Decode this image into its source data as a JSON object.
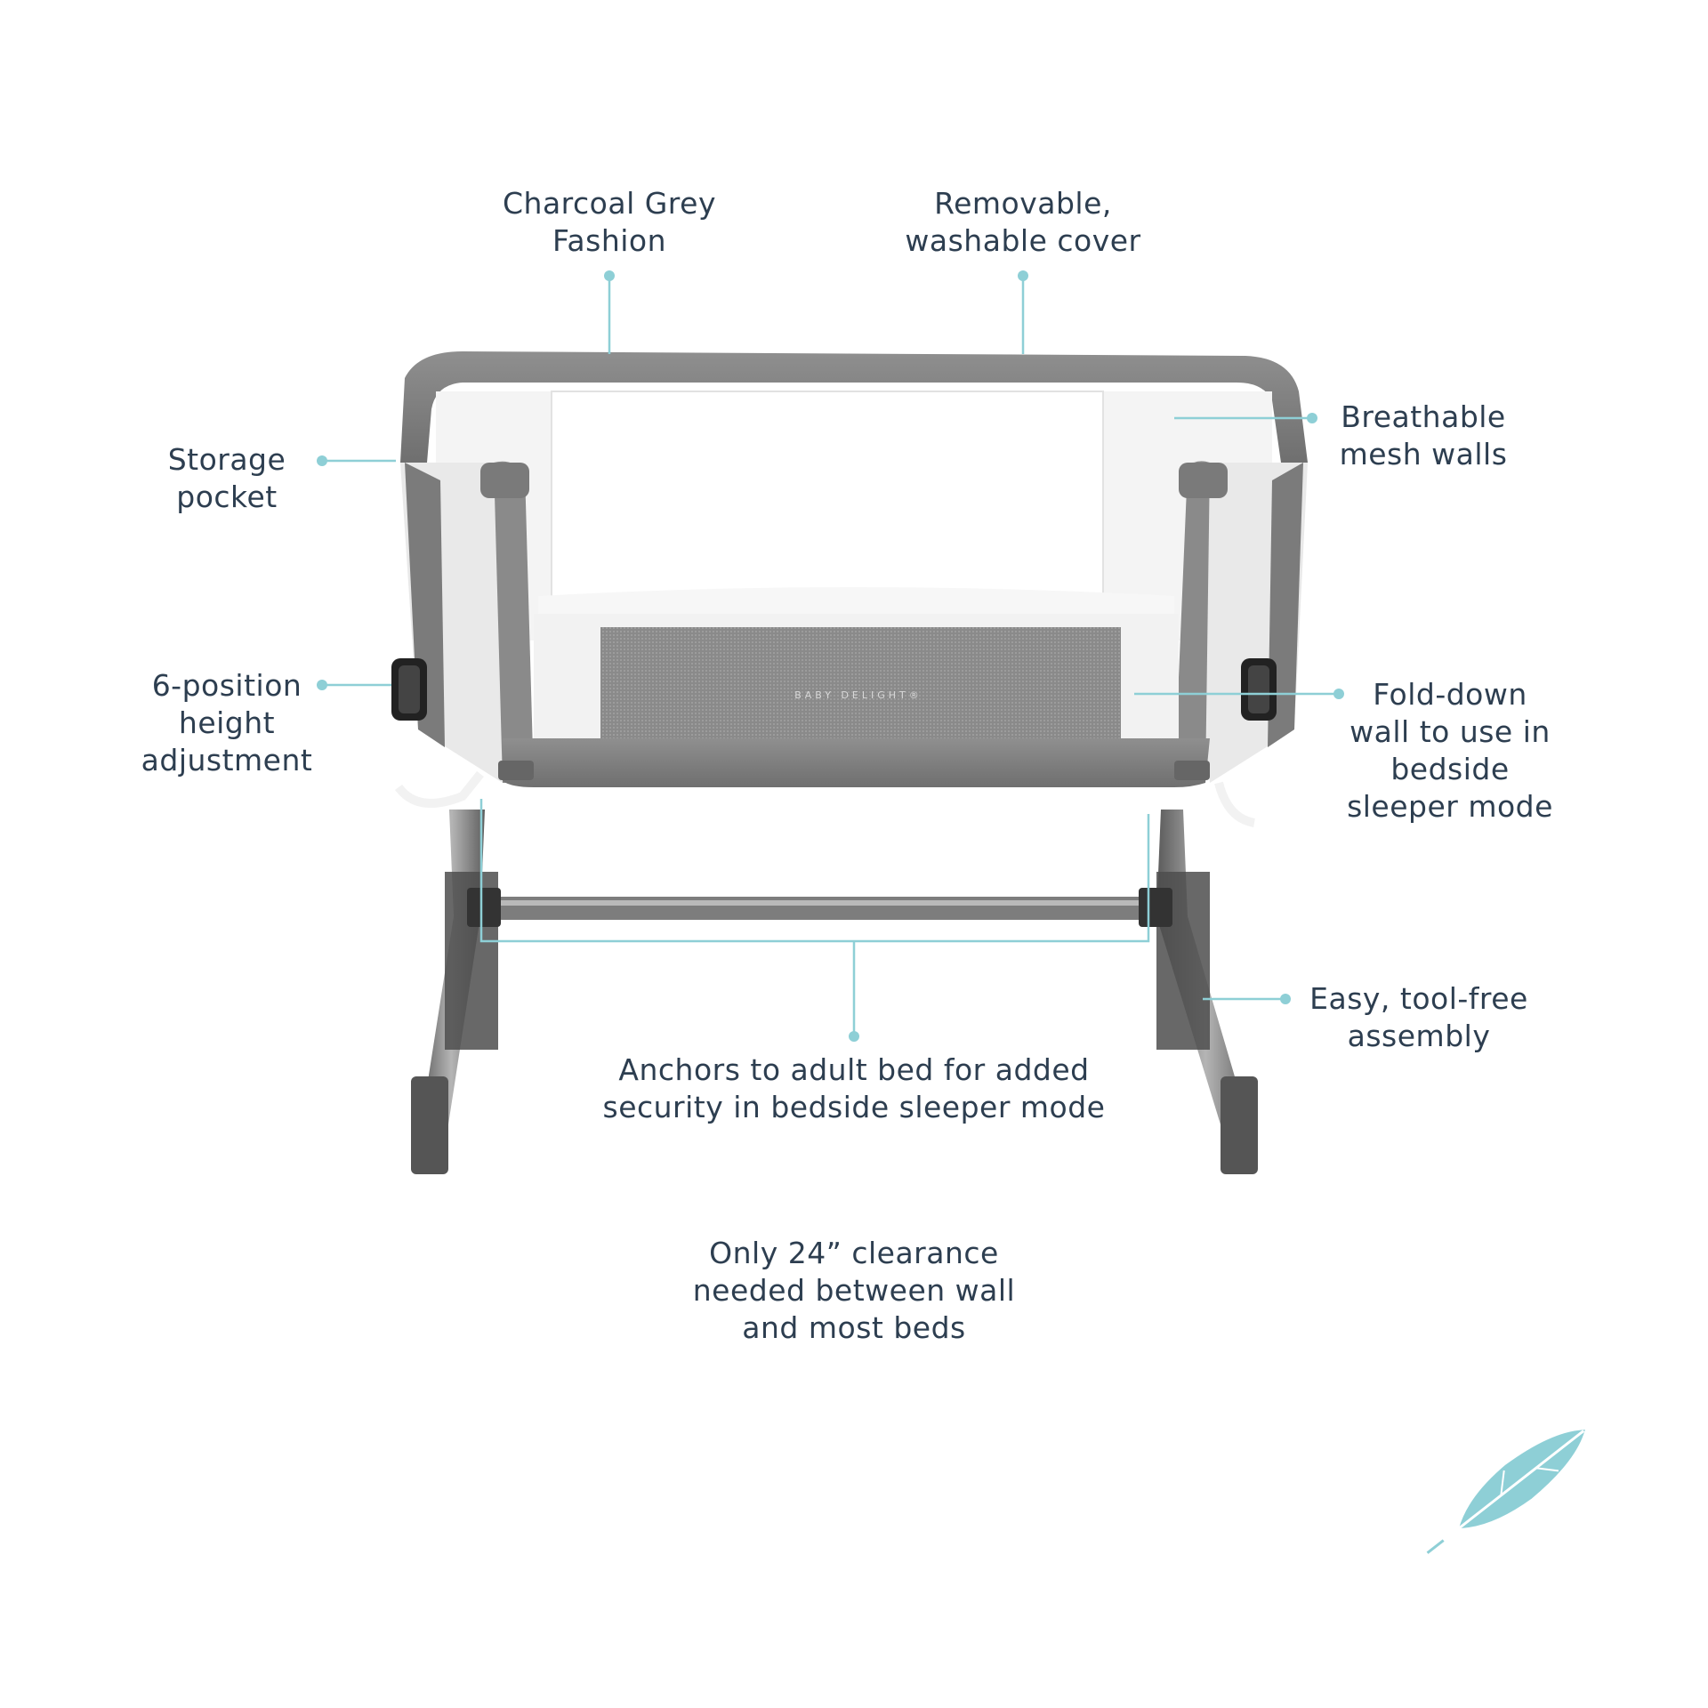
{
  "brand": {
    "logo_text": "BABY DELIGHT®",
    "accent_color": "#8ecfd6",
    "text_color": "#2d3e50"
  },
  "callouts": {
    "charcoal_grey": [
      "Charcoal Grey",
      "Fashion"
    ],
    "removable_cover": [
      "Removable,",
      "washable cover"
    ],
    "breathable_mesh": [
      "Breathable",
      "mesh walls"
    ],
    "storage_pocket": [
      "Storage",
      "pocket"
    ],
    "height_adjustment": [
      "6-position",
      "height",
      "adjustment"
    ],
    "fold_down_wall": [
      "Fold-down",
      "wall to use in",
      "bedside",
      "sleeper mode"
    ],
    "tool_free": [
      "Easy, tool-free",
      "assembly"
    ],
    "anchors": [
      "Anchors to adult bed for added",
      "security in bedside sleeper mode"
    ],
    "clearance": [
      "Only 24” clearance",
      "needed between wall",
      "and most beds"
    ]
  },
  "icons": {
    "corner": "feather-icon"
  }
}
